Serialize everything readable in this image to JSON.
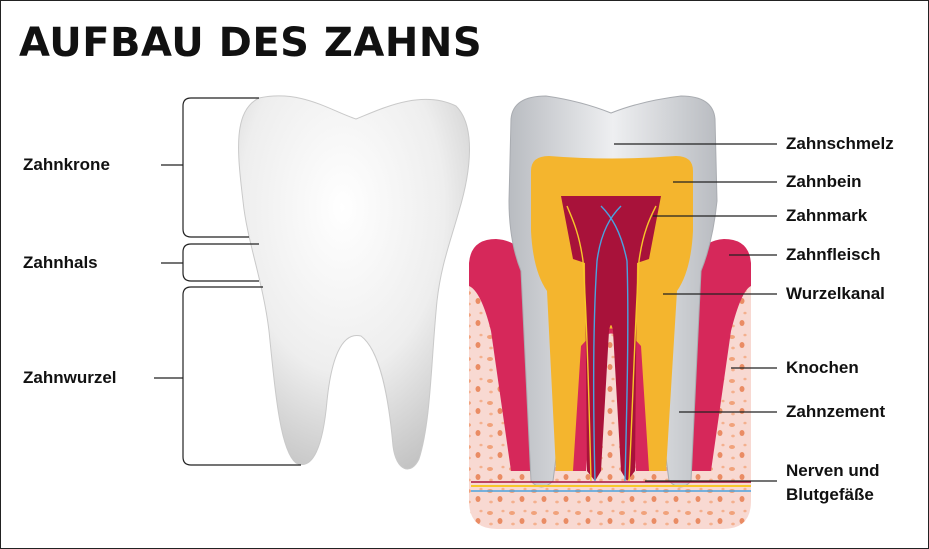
{
  "title": "AUFBAU DES ZAHNS",
  "left_labels": {
    "crown": "Zahnkrone",
    "neck": "Zahnhals",
    "root": "Zahnwurzel"
  },
  "right_labels": {
    "enamel": "Zahnschmelz",
    "dentin": "Zahnbein",
    "pulp": "Zahnmark",
    "gum": "Zahnfleisch",
    "root_canal": "Wurzelkanal",
    "bone": "Knochen",
    "cementum": "Zahnzement",
    "nerves_line1": "Nerven und",
    "nerves_line2": "Blutgefäße"
  },
  "colors": {
    "gum": "#d6285a",
    "bone_bg": "#f7d3cc",
    "bone_spot": "#f3a37a",
    "dentin": "#f4b52e",
    "pulp": "#a8123a",
    "enamel": "#d6d8dc",
    "nerve_yellow": "#f7c72a",
    "vessel_blue": "#4aa3e0"
  }
}
